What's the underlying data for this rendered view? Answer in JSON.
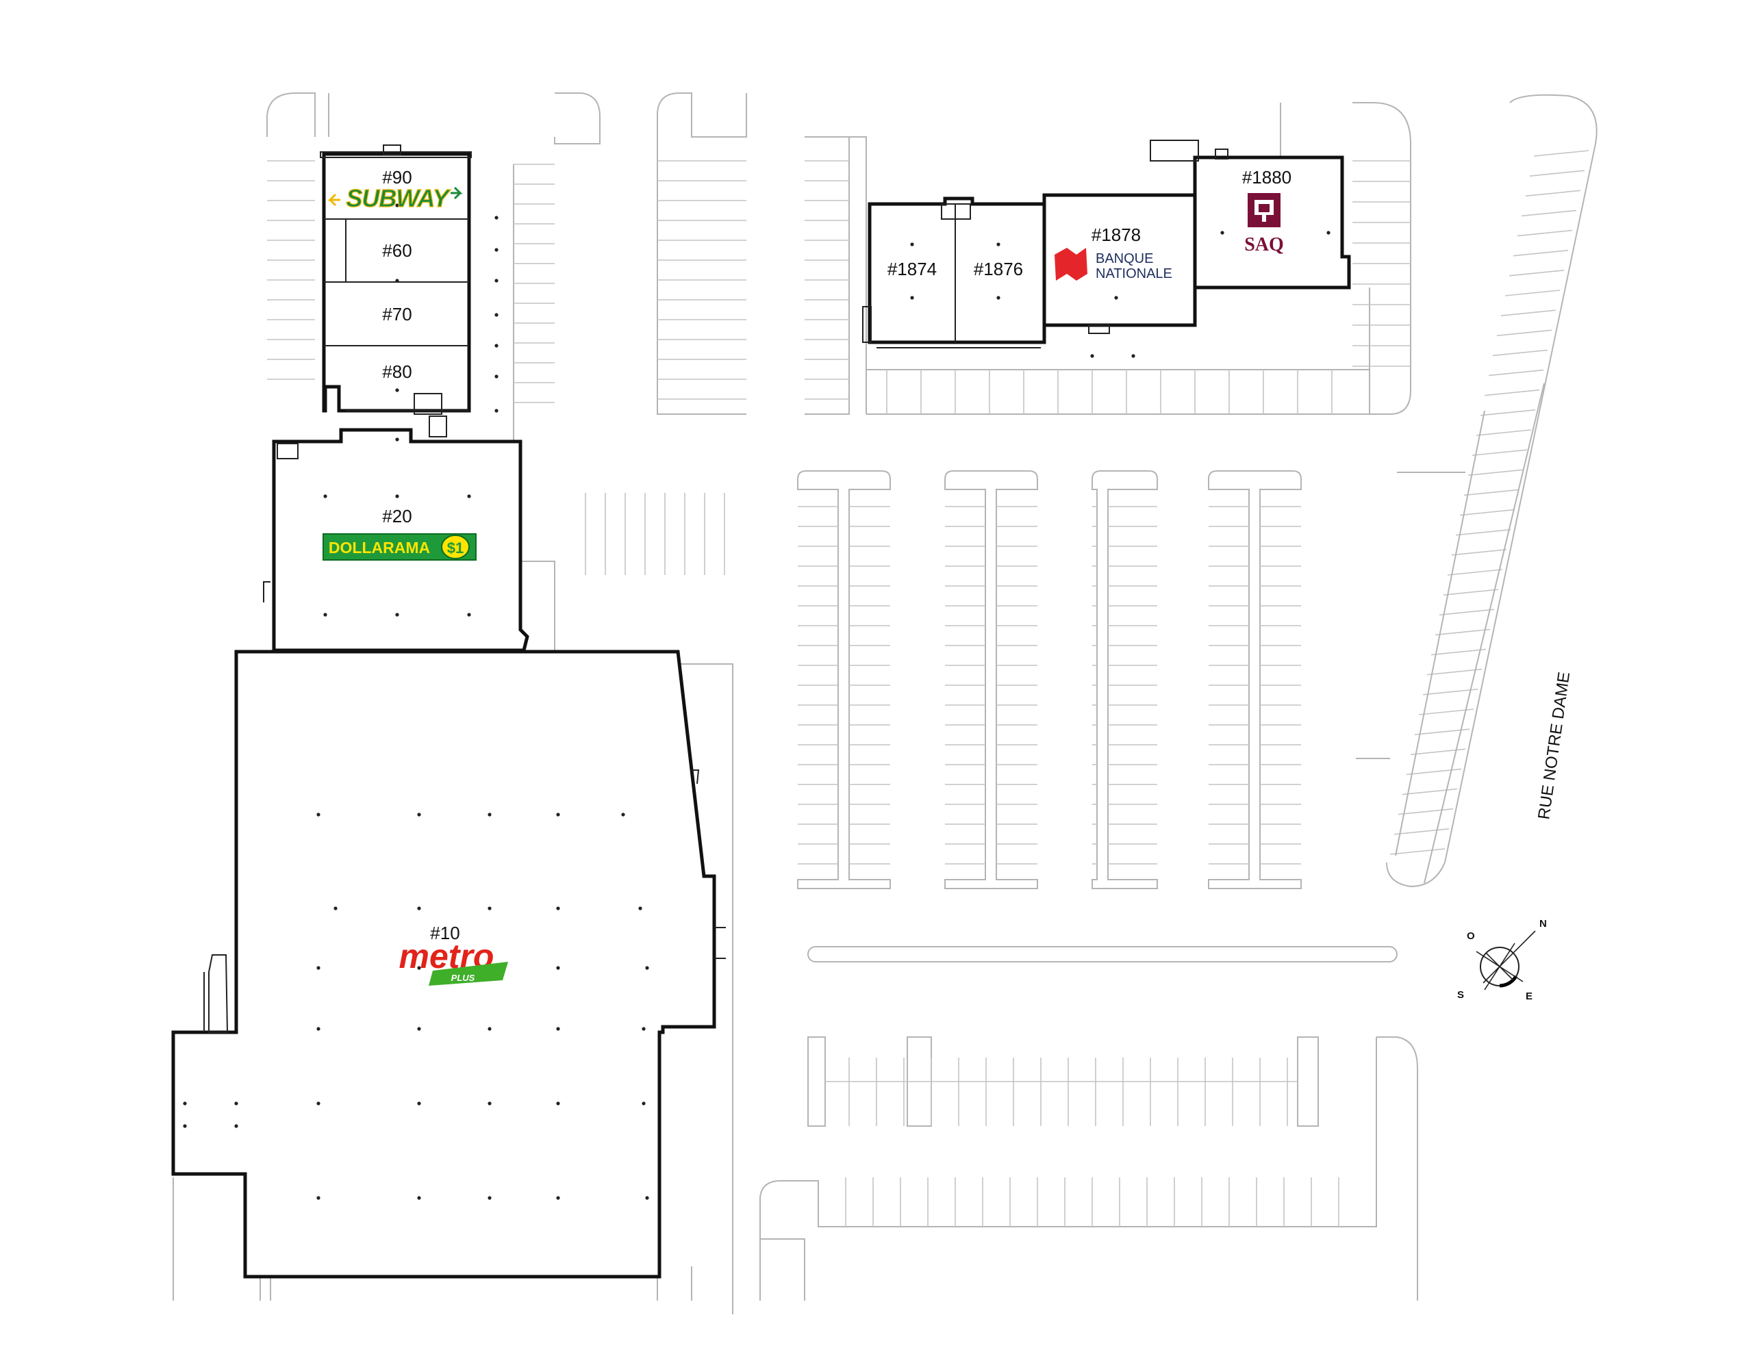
{
  "units": [
    {
      "id": "10",
      "label": "#10",
      "tenant": "metro",
      "logo_main": "metro",
      "logo_sub": "PLUS"
    },
    {
      "id": "20",
      "label": "#20",
      "tenant": "dollarama",
      "logo_main": "DOLLARAMA",
      "logo_sub": "$1"
    },
    {
      "id": "60",
      "label": "#60"
    },
    {
      "id": "70",
      "label": "#70"
    },
    {
      "id": "80",
      "label": "#80"
    },
    {
      "id": "90",
      "label": "#90",
      "tenant": "subway",
      "logo_main": "SUBWAY"
    },
    {
      "id": "1874",
      "label": "#1874"
    },
    {
      "id": "1876",
      "label": "#1876"
    },
    {
      "id": "1878",
      "label": "#1878",
      "tenant": "banque",
      "logo_line1": "BANQUE",
      "logo_line2": "NATIONALE"
    },
    {
      "id": "1880",
      "label": "#1880",
      "tenant": "saq",
      "logo_main": "SAQ"
    }
  ],
  "street_label": "RUE NOTRE DAME",
  "compass": {
    "n": "N",
    "e": "E",
    "s": "S",
    "w": "O"
  },
  "colors": {
    "building_outline": "#111111",
    "parking_lines": "#b4b4b4",
    "subway_yellow": "#f2b700",
    "subway_green": "#1a8a3a",
    "dollarama_green": "#1f9a3a",
    "dollarama_yellow": "#ffe400",
    "metro_red": "#e2231a",
    "metro_green": "#3fae29",
    "banque_red": "#e4262b",
    "banque_navy": "#1d2d5c",
    "saq_burgundy": "#7a1038"
  }
}
